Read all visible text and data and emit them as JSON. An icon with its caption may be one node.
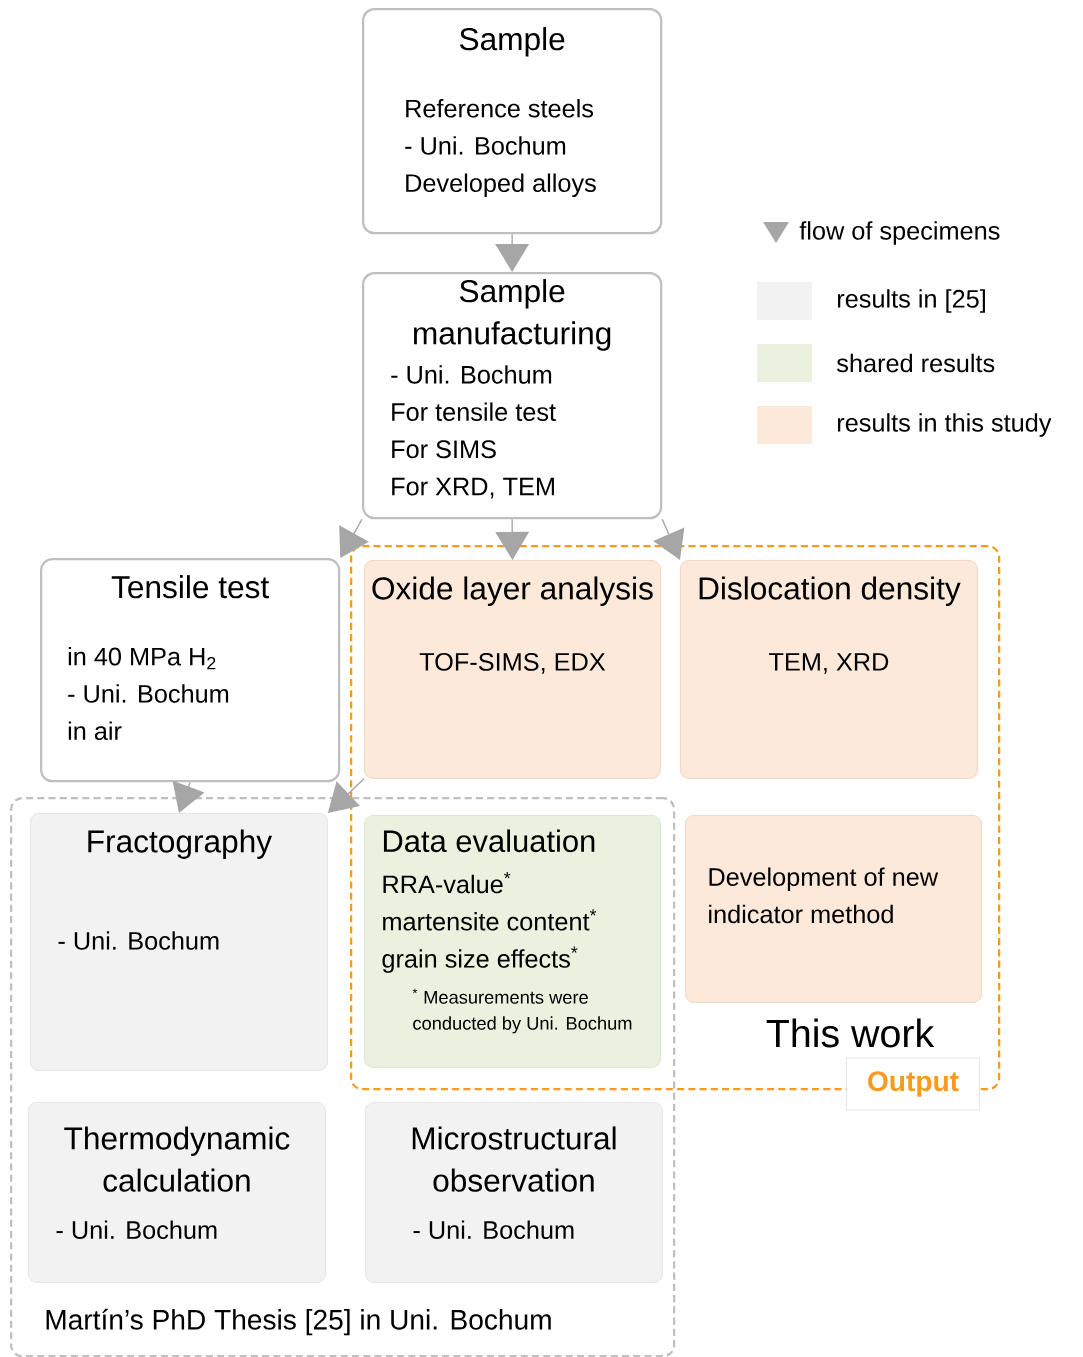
{
  "diagram": {
    "nodes": [
      {
        "text": [
          "Sample",
          "Reference steels",
          "- Uni. Bochum",
          "Developed alloys"
        ]
      },
      {
        "text": [
          "Sample manufacturing",
          "- Uni. Bochum",
          "For tensile test",
          "For SIMS",
          "For XRD, TEM"
        ]
      },
      {
        "text": [
          "Tensile test",
          "in 40 MPa H$_{2}$",
          "- Uni. Bochum",
          "in air"
        ]
      },
      {
        "text": [
          "This work",
          "Output"
        ]
      },
      {
        "text": [
          "Oxide layer analysis",
          "TOF-SIMS, EDX"
        ],
        "in": 3
      },
      {
        "text": [
          "Dislocation density",
          "TEM, XRD"
        ],
        "in": 3
      },
      {
        "text": [
          "Martín’s PhD Thesis [25] in Uni. Bochum"
        ]
      },
      {
        "text": [
          "Fractography",
          "- Uni. Bochum"
        ],
        "in": 6
      },
      {
        "text": [
          "Data evaluation",
          "RRA-value$^{*}$",
          "martensite content$^{*}$",
          "grain size effects$^{*}$",
          "$^{*}$ Measurements were conducted by Uni. Bochum"
        ]
      },
      {
        "text": [
          "Development of new indicator method"
        ],
        "in": 3
      },
      {
        "text": [
          "Thermodynamic calculation",
          "- Uni. Bochum"
        ],
        "in": 6
      },
      {
        "text": [
          "Microstructural observation",
          "- Uni. Bochum"
        ],
        "in": 6
      }
    ],
    "edges": [
      {
        "from": 0,
        "to": 1,
        "arrow": "to"
      },
      {
        "from": 1,
        "to": 2,
        "arrow": "to"
      },
      {
        "from": 1,
        "to": 4,
        "arrow": "to"
      },
      {
        "from": 1,
        "to": 5,
        "arrow": "to"
      },
      {
        "from": 2,
        "to": 7,
        "arrow": "to"
      },
      {
        "from": 4,
        "to": 7,
        "arrow": "to"
      }
    ],
    "legend": [
      {
        "text": "flow of specimens"
      },
      {
        "text": "results in [25]",
        "color": "#f2f2f2"
      },
      {
        "text": "shared results",
        "color": "#ebf1de"
      },
      {
        "text": "results in this study",
        "color": "#fde9d9"
      }
    ]
  }
}
